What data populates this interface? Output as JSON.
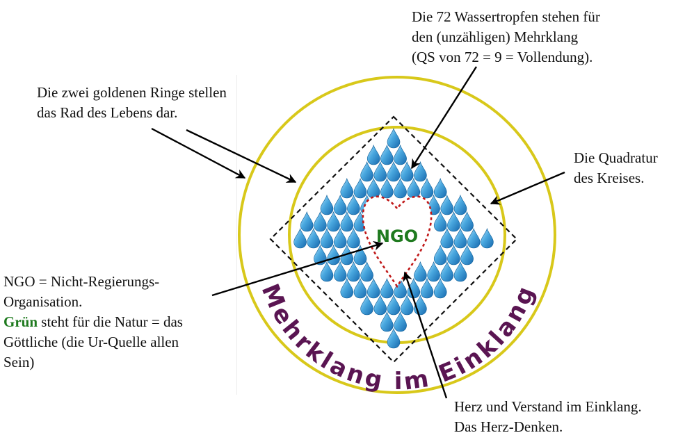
{
  "emblem": {
    "center_label": "NGO",
    "ring_text": "Mehrklang im Einklang",
    "drop_count": 72,
    "colors": {
      "ring": "#d8c81a",
      "drop_top": "#8fd0f2",
      "drop_bottom": "#1573b8",
      "heart": "#c01818",
      "ngo": "#1f7a1f",
      "ring_text": "#5a1552"
    }
  },
  "annotations": {
    "drops": {
      "line1": "Die 72 Wassertropfen stehen für",
      "line2": "den (unzähligen) Mehrklang",
      "line3": "(QS von 72 = 9 = Vollendung)."
    },
    "rings": {
      "line1": "Die zwei goldenen Ringe stellen",
      "line2": "das Rad des Lebens dar."
    },
    "square": {
      "line1": "Die Quadratur",
      "line2": "des Kreises."
    },
    "ngo": {
      "line1": "NGO = Nicht-Regierungs-",
      "line2": "Organisation.",
      "line3_highlight": "Grün",
      "line3_rest": " steht für die Natur = das",
      "line4": "Göttliche (die Ur-Quelle allen",
      "line5": "Sein)"
    },
    "heart": {
      "line1": "Herz und Verstand im Einklang.",
      "line2": "Das Herz-Denken."
    }
  }
}
